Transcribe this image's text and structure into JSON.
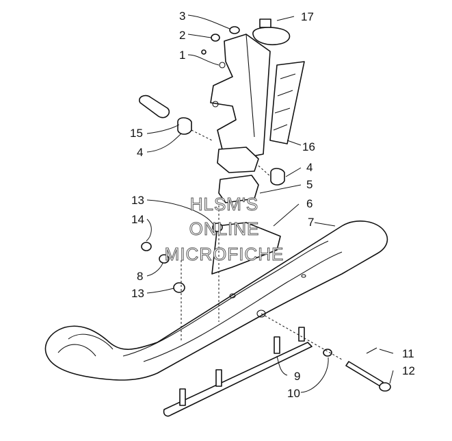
{
  "callouts": [
    {
      "id": "c1",
      "label": "1"
    },
    {
      "id": "c2",
      "label": "2"
    },
    {
      "id": "c3",
      "label": "3"
    },
    {
      "id": "c4a",
      "label": "4"
    },
    {
      "id": "c4b",
      "label": "4"
    },
    {
      "id": "c5",
      "label": "5"
    },
    {
      "id": "c6",
      "label": "6"
    },
    {
      "id": "c7",
      "label": "7"
    },
    {
      "id": "c8",
      "label": "8"
    },
    {
      "id": "c9",
      "label": "9"
    },
    {
      "id": "c10",
      "label": "10"
    },
    {
      "id": "c11",
      "label": "11"
    },
    {
      "id": "c12",
      "label": "12"
    },
    {
      "id": "c13a",
      "label": "13"
    },
    {
      "id": "c13b",
      "label": "13"
    },
    {
      "id": "c14",
      "label": "14"
    },
    {
      "id": "c15",
      "label": "15"
    },
    {
      "id": "c16",
      "label": "16"
    },
    {
      "id": "c17",
      "label": "17"
    }
  ],
  "watermark": {
    "line1": "HLSM'S",
    "line2": "ONLINE",
    "line3": "MICROFICHE"
  }
}
